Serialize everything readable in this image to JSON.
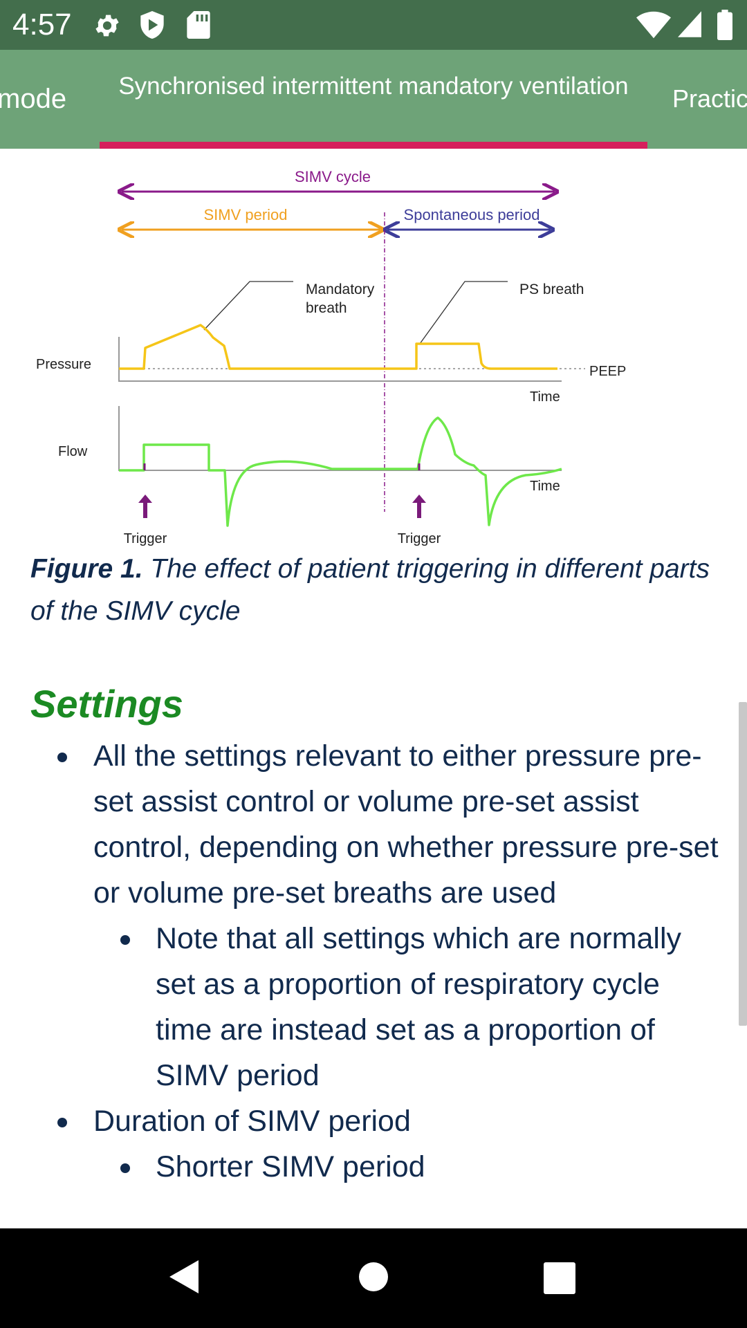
{
  "status_bar": {
    "time": "4:57",
    "icons": [
      "gear-icon",
      "shield-icon",
      "sd-card-icon",
      "wifi-icon",
      "signal-icon",
      "battery-icon"
    ]
  },
  "tabs": [
    {
      "label": "mode"
    },
    {
      "label": "Synchronised intermittent mandatory ventilation"
    },
    {
      "label": "Practic"
    }
  ],
  "figure": {
    "labels": {
      "simv_cycle": "SIMV cycle",
      "simv_period": "SIMV period",
      "spontaneous_period": "Spontaneous period",
      "mandatory_breath_1": "Mandatory",
      "mandatory_breath_2": "breath",
      "ps_breath": "PS breath",
      "pressure": "Pressure",
      "peep": "PEEP",
      "time1": "Time",
      "flow": "Flow",
      "time2": "Time",
      "trigger1": "Trigger",
      "trigger2": "Trigger"
    },
    "colors": {
      "cycle": "#8a1a8a",
      "simv": "#f0a020",
      "spont": "#3d3d99",
      "pressure": "#f5c518",
      "flow": "#6ee84a",
      "trigger": "#7a1a7a"
    }
  },
  "caption": {
    "bold": "Figure 1.",
    "text": " The effect of patient triggering in different parts of the SIMV cycle"
  },
  "settings": {
    "heading": "Settings",
    "items": [
      "All the settings relevant to either pressure pre-set assist control or volume pre-set assist control, depending on whether pressure pre-set or volume pre-set breaths are used",
      "Note that all settings which are normally set as a proportion of respiratory cycle time are instead set as a proportion of SIMV period",
      "Duration of SIMV period",
      "Shorter SIMV period"
    ]
  }
}
